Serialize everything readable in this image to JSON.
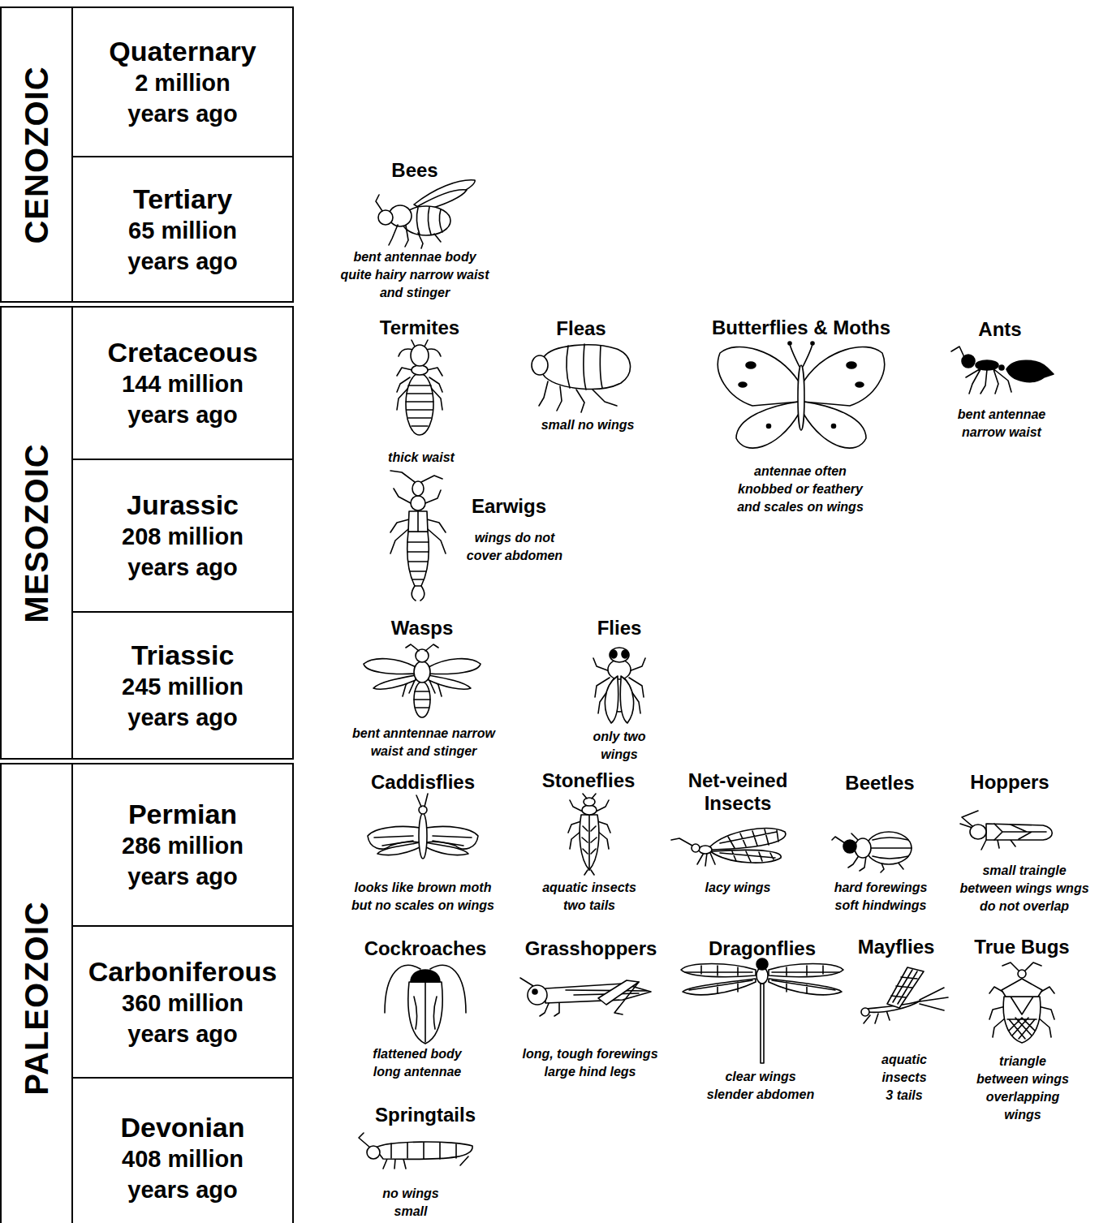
{
  "diagram": {
    "nodes": [
      {
        "text": [
          "CENOZOIC"
        ]
      },
      {
        "text": [
          "Quaternary",
          "2 million years ago"
        ]
      },
      {
        "text": [
          "Tertiary",
          "65 million years ago"
        ]
      },
      {
        "text": [
          "MESOZOIC"
        ]
      },
      {
        "text": [
          "Cretaceous",
          "144 million years ago"
        ]
      },
      {
        "text": [
          "Jurassic",
          "208 million years ago"
        ]
      },
      {
        "text": [
          "Triassic",
          "245 million years ago"
        ]
      },
      {
        "text": [
          "PALEOZOIC"
        ]
      },
      {
        "text": [
          "Permian",
          "286 million years ago"
        ]
      },
      {
        "text": [
          "Carboniferous",
          "360 million years ago"
        ]
      },
      {
        "text": [
          "Devonian",
          "408 million years ago"
        ]
      }
    ],
    "labels": [
      "Bees",
      "bent antennae body quite hairy narrow waist and stinger",
      "Termites",
      "thick waist",
      "Fleas",
      "small no wings",
      "Butterflies & Moths",
      "antennae often knobbed or feathery and scales on wings",
      "Ants",
      "bent antennae narrow waist",
      "Earwigs",
      "wings do not cover abdomen",
      "Wasps",
      "bent anntennae narrow waist and stinger",
      "Flies",
      "only two wings",
      "Caddisflies",
      "looks like brown moth but no scales on wings",
      "Stoneflies",
      "aquatic insects two tails",
      "Net-veined Insects",
      "lacy wings",
      "Beetles",
      "hard forewings soft hindwings",
      "Hoppers",
      "small traingle between wings wngs do not overlap",
      "Cockroaches",
      "flattened body long antennae",
      "Grasshoppers",
      "long, tough forewings large hind legs",
      "Dragonflies",
      "clear wings slender abdomen",
      "Mayflies",
      "aquatic insects 3 tails",
      "True Bugs",
      "triangle between wings overlapping wings",
      "Springtails",
      "no wings small"
    ]
  }
}
